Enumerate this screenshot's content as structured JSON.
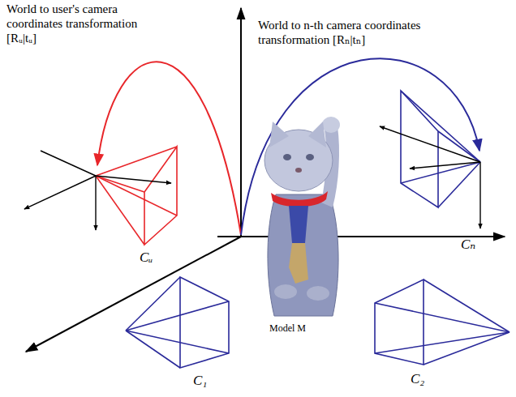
{
  "diagram": {
    "labels": [
      "World to user's camera coordinates transformation [Rᵤ|tᵤ]",
      "World to n-th camera coordinates transformation [Rₙ|tₙ]",
      "Cᵤ",
      "Cₙ",
      "Model M",
      "C₁",
      "C₂"
    ]
  }
}
